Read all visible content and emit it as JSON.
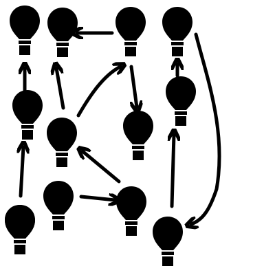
{
  "diagram": {
    "background": "#ffffff",
    "ink": "#000000",
    "balloon_icon": "hot-air-balloon-icon",
    "balloons": [
      {
        "id": "b1"
      },
      {
        "id": "b2"
      },
      {
        "id": "b3"
      },
      {
        "id": "b4"
      },
      {
        "id": "b5"
      },
      {
        "id": "b6"
      },
      {
        "id": "b7"
      },
      {
        "id": "b8"
      },
      {
        "id": "b9"
      },
      {
        "id": "b10"
      },
      {
        "id": "b11"
      },
      {
        "id": "b12"
      },
      {
        "id": "b13"
      }
    ],
    "arrows": [
      {
        "from": "b3",
        "to": "b2"
      },
      {
        "from": "b5",
        "to": "b1"
      },
      {
        "from": "b6",
        "to": "b2"
      },
      {
        "from": "b7",
        "to": "b3"
      },
      {
        "from": "b3",
        "to": "b8"
      },
      {
        "from": "b9",
        "to": "b4"
      },
      {
        "from": "b4",
        "to": "b13"
      },
      {
        "from": "b10",
        "to": "b5"
      },
      {
        "from": "b11",
        "to": "b7"
      },
      {
        "from": "b12",
        "to": "b7"
      },
      {
        "from": "b13",
        "to": "b9"
      }
    ]
  }
}
